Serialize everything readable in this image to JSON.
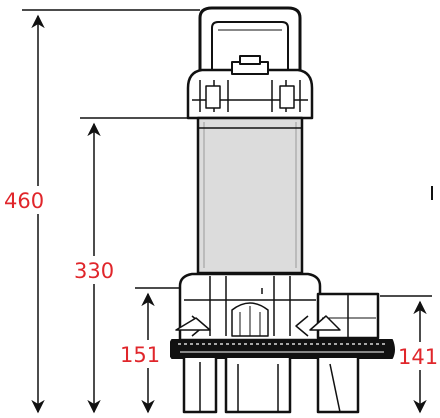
{
  "dimensions": [
    {
      "id": "overall-height",
      "label": "460"
    },
    {
      "id": "motor-height",
      "label": "330"
    },
    {
      "id": "base-height",
      "label": "151"
    },
    {
      "id": "outlet-height",
      "label": "141"
    }
  ],
  "colors": {
    "dimension_text": "#e0262b",
    "line": "#111111",
    "motor_fill": "#dcdcdc"
  }
}
